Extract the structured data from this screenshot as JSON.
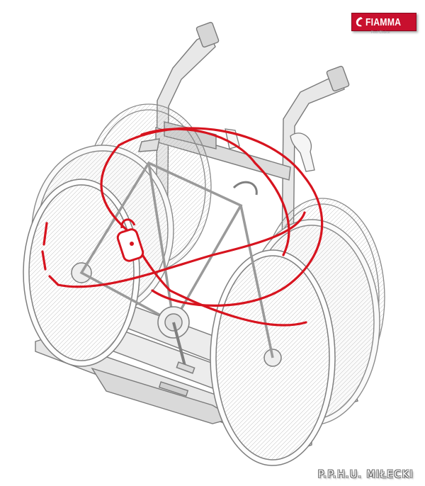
{
  "brand": {
    "name": "FIAMMA",
    "tagline": "Feel Choice",
    "color": "#c8102e"
  },
  "watermark": {
    "text": "P.P.H.U. MIŁECKI"
  },
  "illustration": {
    "subject-icon": "bike-carrier-icon",
    "lock-icon": "padlock-icon",
    "cable_color": "#d7141f",
    "line_color": "#7a7a7a",
    "frame_fill": "#e6e6e6"
  }
}
